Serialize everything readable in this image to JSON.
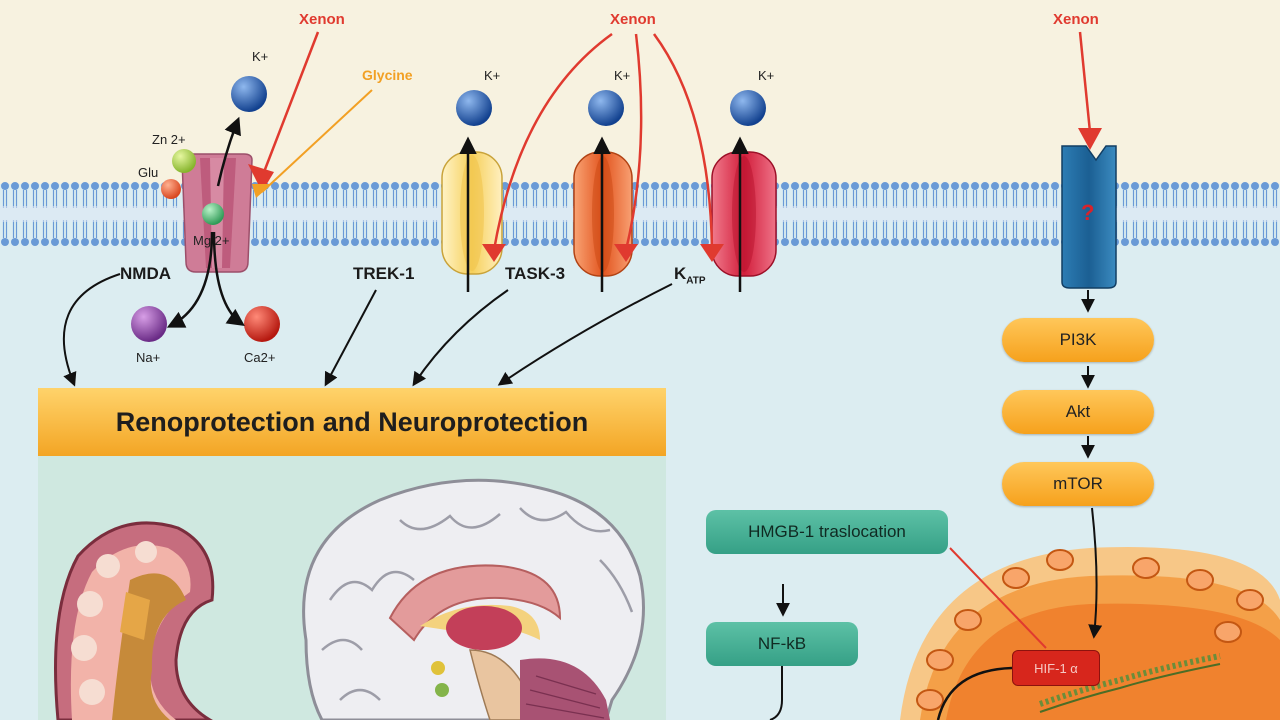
{
  "xenon_labels": [
    "Xenon",
    "Xenon",
    "Xenon"
  ],
  "ions": {
    "k_plus": "K+",
    "zn": "Zn 2+",
    "glu": "Glu",
    "mg": "Mg 2+",
    "na": "Na+",
    "ca": "Ca2+",
    "glycine": "Glycine"
  },
  "channels": {
    "nmda": "NMDA",
    "trek1": "TREK-1",
    "task3": "TASK-3",
    "katp_main": "K",
    "katp_sub": "ATP"
  },
  "receptor_mark": "?",
  "pathway": [
    "PI3K",
    "Akt",
    "mTOR"
  ],
  "banner": "Renoprotection and Neuroprotection",
  "nucleus": {
    "hmgb": "HMGB-1 traslocation",
    "nfkb": "NF-kB",
    "hif": "HIF-1 α"
  },
  "colors": {
    "xenon": "#e03a2f",
    "glycine": "#f2a024",
    "pathway_pill": "#f6a11c",
    "banner": "#f3a524",
    "teal_box": "#35a086",
    "membrane": "#6a9ad6",
    "k_ion": "#1f4f9e"
  }
}
